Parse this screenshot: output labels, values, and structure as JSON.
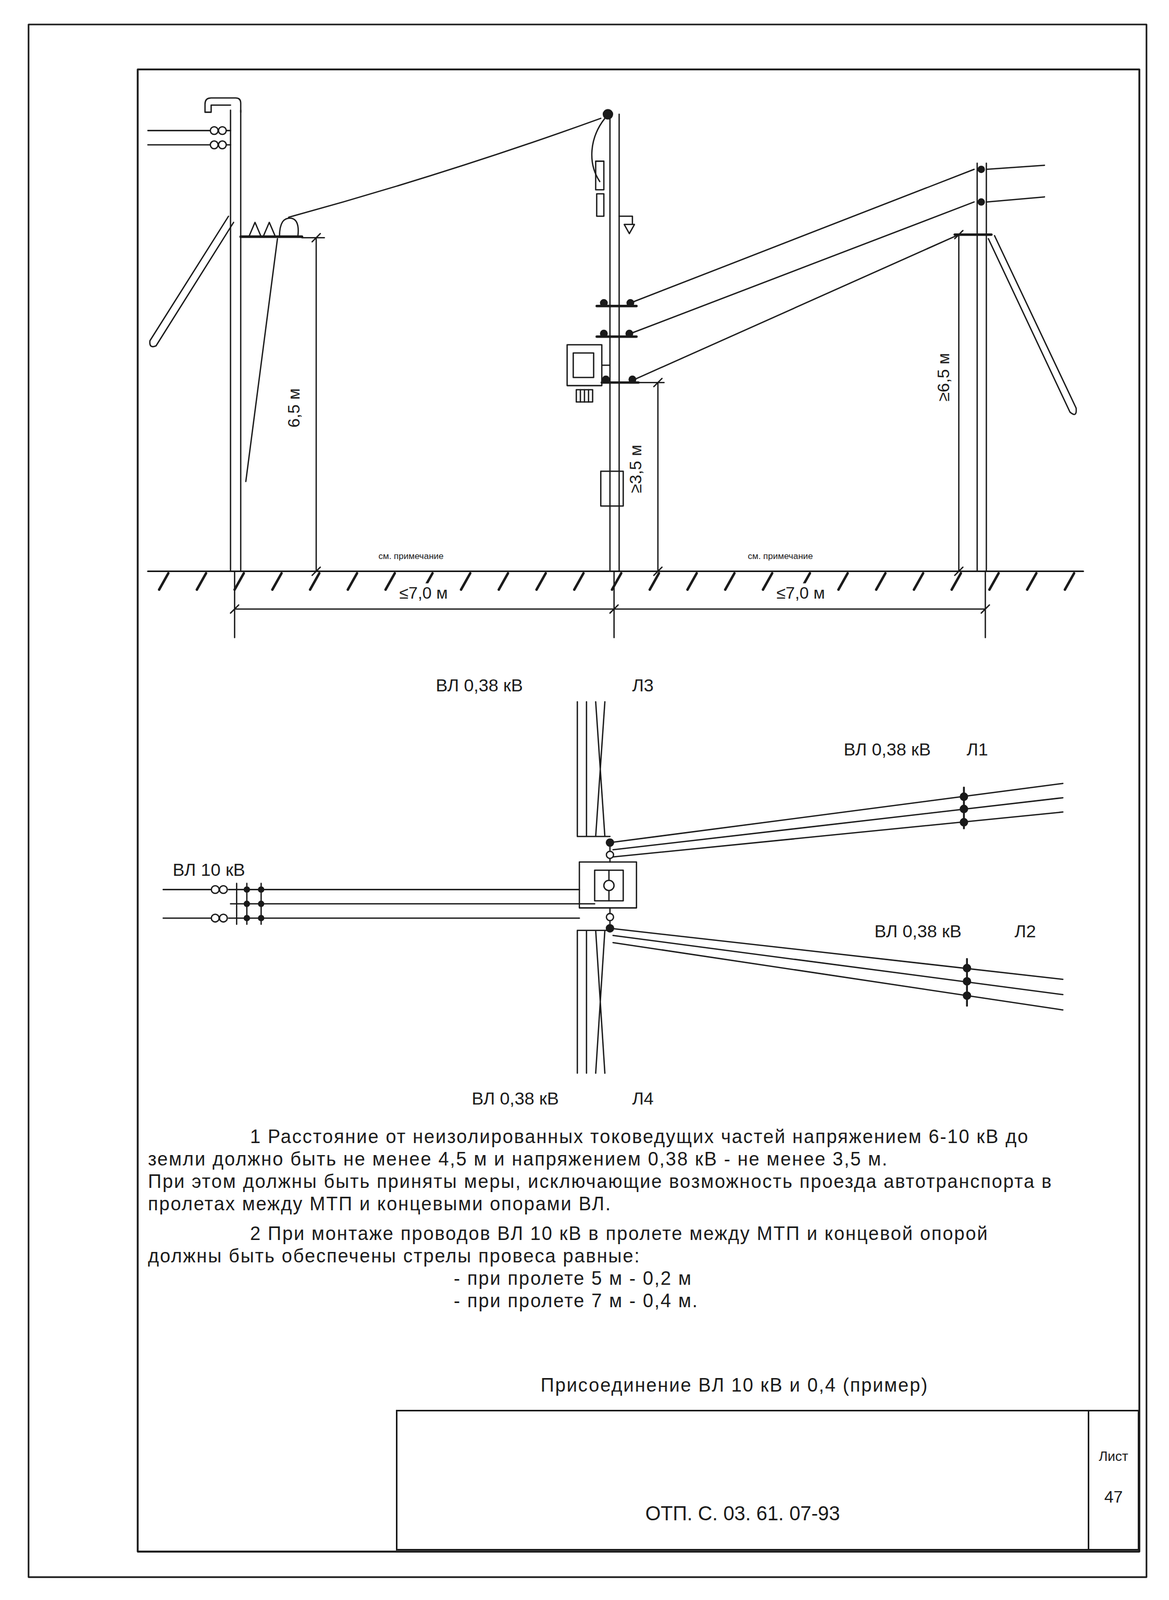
{
  "diagram": {
    "caption": "Присоединение ВЛ 10 кВ и 0,4 (пример)",
    "nodes": [
      {
        "text": [
          "ОТП. С. 03. 61. 07-93"
        ]
      },
      {
        "text": [
          "Лист",
          "47"
        ]
      }
    ],
    "labels": [
      "6,5 м",
      "≥3,5 м",
      "≥6,5 м",
      "см. примечание",
      "см. примечание",
      "≤7,0 м",
      "≤7,0 м",
      "ВЛ 0,38 кВ",
      "Л3",
      "ВЛ 0,38 кВ",
      "Л1",
      "ВЛ 10 кВ",
      "ВЛ 0,38 кВ",
      "Л2",
      "ВЛ 0,38 кВ",
      "Л4",
      "1 Расстояние от неизолированных токоведущих частей напряжением 6-10 кВ до земли должно быть не менее 4,5 м и напряжением 0,38 кВ - не менее 3,5 м.",
      "При этом должны быть приняты меры, исключающие возможность проезда автотранспорта в пролетах между МТП и концевыми опорами ВЛ.",
      "2 При монтаже проводов ВЛ 10 кВ в пролете между МТП и концевой опорой должны быть обеспечены стрелы провеса равные:",
      "- при пролете 5 м - 0,2 м",
      "- при пролете 7 м - 0,4 м."
    ]
  }
}
